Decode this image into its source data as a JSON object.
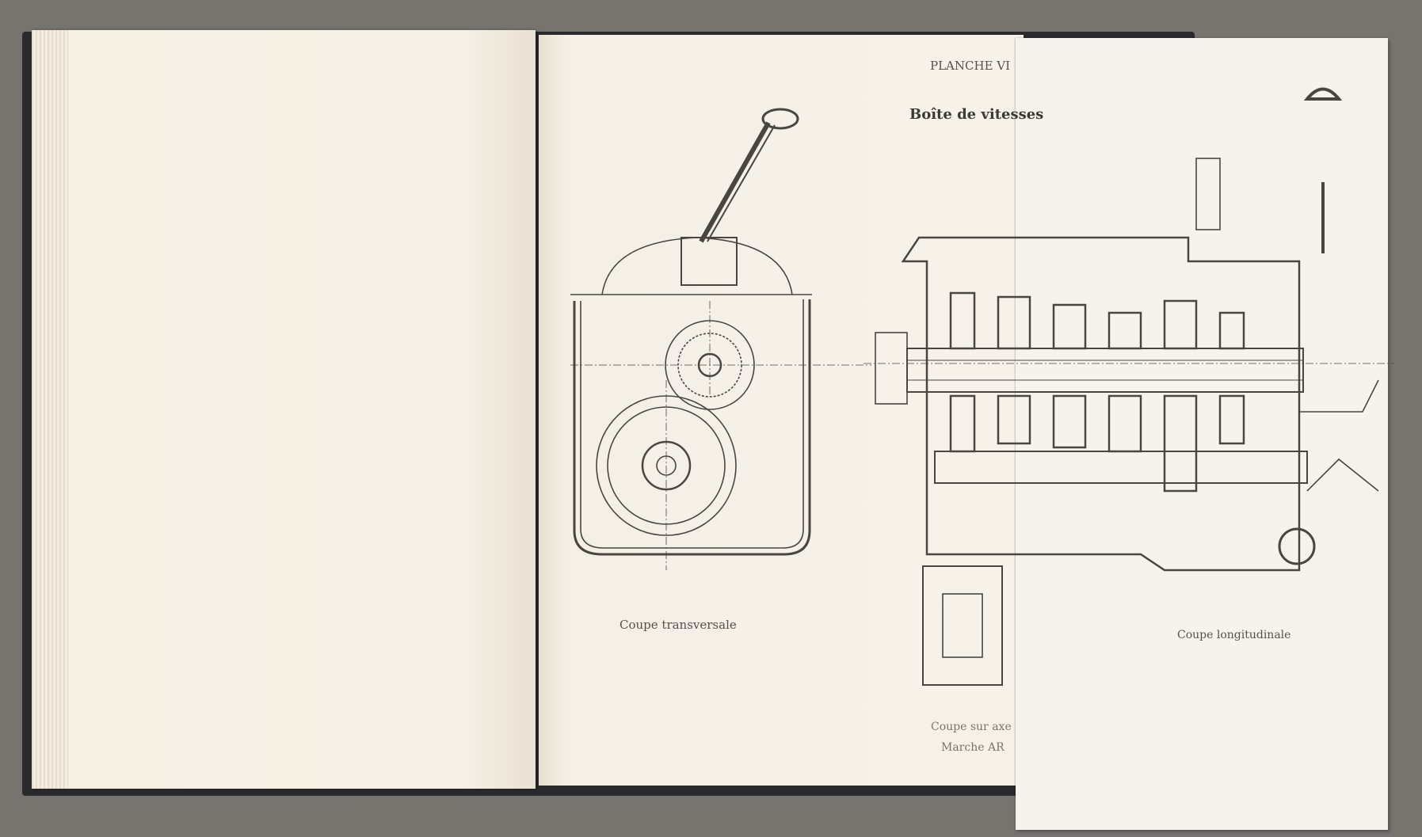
{
  "plate": {
    "number": "PLANCHE VI",
    "title": "Boîte de vitesses",
    "captions": {
      "transverse": "Coupe transversale",
      "longitudinal": "Coupe longitudinale",
      "axis": "Coupe sur axe",
      "reverse": "Marche AR"
    }
  },
  "colors": {
    "ink": "#4a4540",
    "paper": "#f6f2ea",
    "cover": "#2a2a2c"
  }
}
